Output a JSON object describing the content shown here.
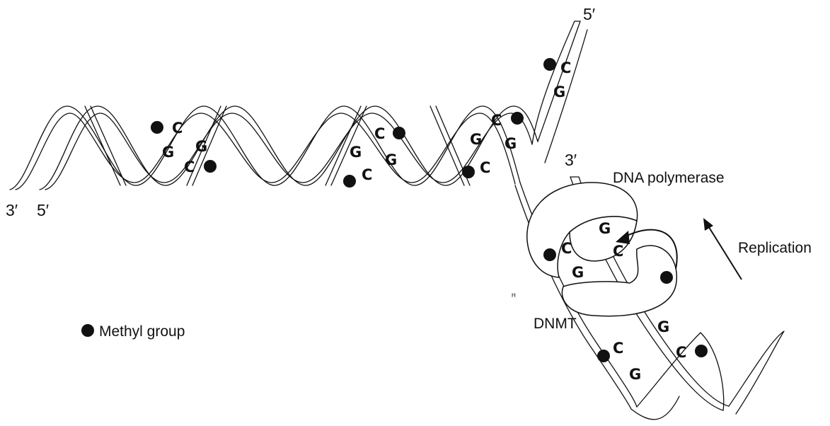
{
  "strand_ends": {
    "left_a": "3′",
    "left_b": "5′",
    "top": "5′",
    "fork": "3′"
  },
  "labels": {
    "dna_polymerase": "DNA polymerase",
    "replication": "Replication",
    "dnmt": "DNMT",
    "small_mark": "H"
  },
  "legend": {
    "methyl_group": "Methyl group"
  },
  "bases": {
    "c": "C",
    "g": "G"
  }
}
